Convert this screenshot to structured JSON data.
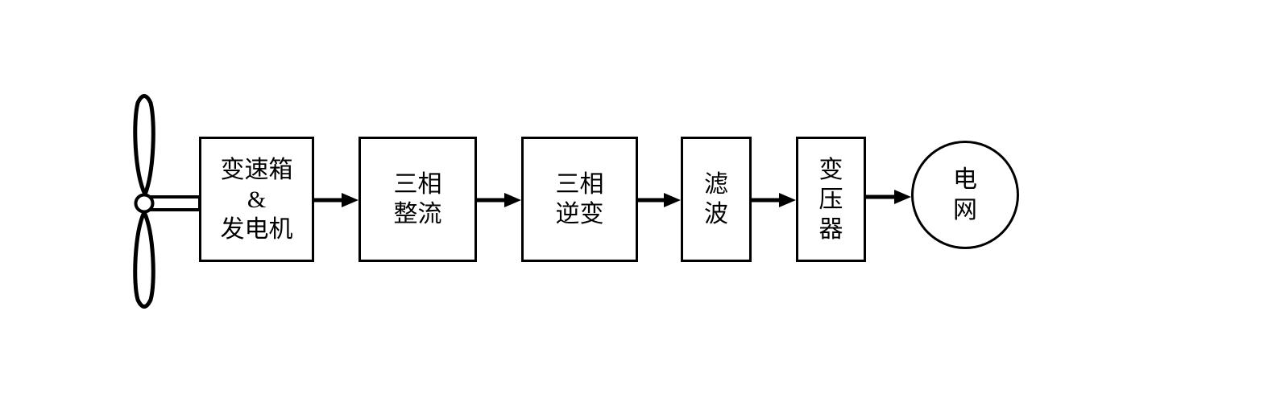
{
  "diagram": {
    "description": "wind-power generation system flow diagram",
    "colors": {
      "stroke": "#000000",
      "fill": "#ffffff",
      "background": "#ffffff",
      "text": "#000000"
    },
    "nodes": [
      {
        "id": "wind-turbine",
        "shape": "icon",
        "icon": "wind-turbine-icon",
        "lines": []
      },
      {
        "id": "gearbox-generator",
        "shape": "rect",
        "lines": [
          "变速箱",
          "&",
          "发电机"
        ]
      },
      {
        "id": "three-phase-rectifier",
        "shape": "rect",
        "lines": [
          "三相",
          "整流"
        ]
      },
      {
        "id": "three-phase-inverter",
        "shape": "rect",
        "lines": [
          "三相",
          "逆变"
        ]
      },
      {
        "id": "filter",
        "shape": "rect",
        "lines": [
          "滤",
          "波"
        ]
      },
      {
        "id": "transformer",
        "shape": "rect",
        "lines": [
          "变",
          "压",
          "器"
        ]
      },
      {
        "id": "power-grid",
        "shape": "circle",
        "lines": [
          "电",
          "网"
        ]
      }
    ],
    "edges": [
      {
        "from": "wind-turbine",
        "to": "gearbox-generator",
        "style": "shaft"
      },
      {
        "from": "gearbox-generator",
        "to": "three-phase-rectifier",
        "style": "arrow"
      },
      {
        "from": "three-phase-rectifier",
        "to": "three-phase-inverter",
        "style": "arrow"
      },
      {
        "from": "three-phase-inverter",
        "to": "filter",
        "style": "arrow"
      },
      {
        "from": "filter",
        "to": "transformer",
        "style": "arrow"
      },
      {
        "from": "transformer",
        "to": "power-grid",
        "style": "arrow"
      }
    ]
  }
}
